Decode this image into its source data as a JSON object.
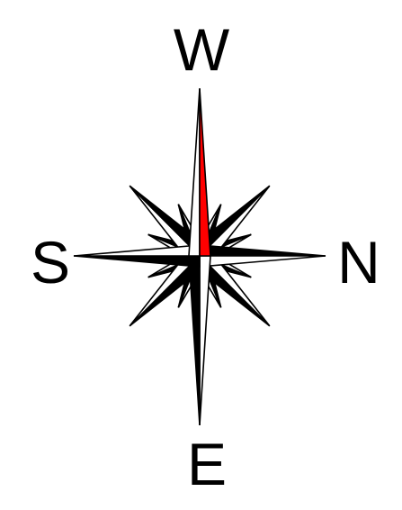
{
  "compass": {
    "label_top": "W",
    "label_left": "S",
    "label_right": "N",
    "label_bottom": "E",
    "needle_color": "#ff0000",
    "ink_color": "#000000",
    "paper_color": "#ffffff"
  }
}
